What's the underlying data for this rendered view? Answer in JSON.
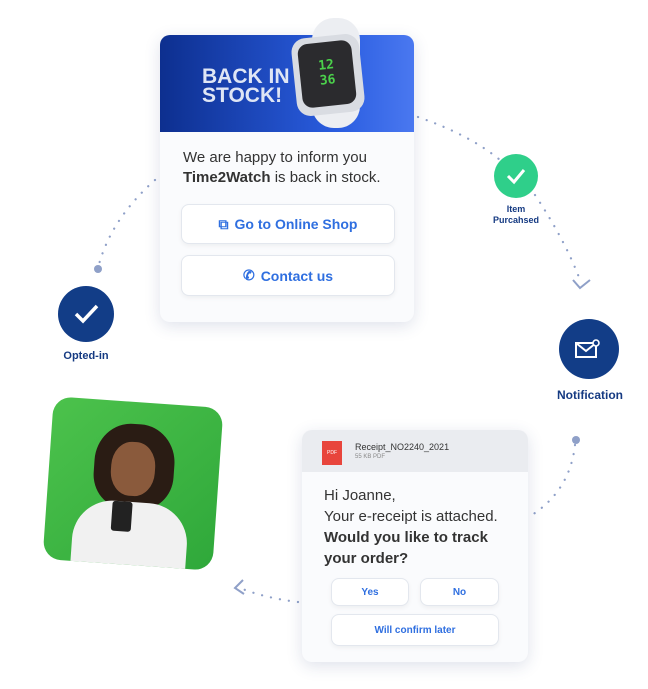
{
  "card_stock": {
    "banner": "BACK IN STOCK!",
    "watch_time_hour": "12",
    "watch_time_min": "36",
    "message_line1": "We are happy to inform you",
    "brand": "Time2Watch",
    "message_rest": " is back in stock.",
    "btn_shop": "Go to Online Shop",
    "btn_contact": "Contact us"
  },
  "steps": {
    "opted_in": "Opted-in",
    "item_line1": "Item",
    "item_line2": "Purcahsed",
    "notification": "Notification"
  },
  "card_receipt": {
    "file_name": "Receipt_NO2240_2021",
    "file_meta": "55 KB PDF",
    "pdf_label": "PDF",
    "greeting": "Hi Joanne,",
    "line2": "Your e-receipt is attached.",
    "question": "Would you like to track your order?",
    "btn_yes": "Yes",
    "btn_no": "No",
    "btn_later": "Will confirm later"
  },
  "colors": {
    "navy": "#153a82",
    "green": "#2fcf8a",
    "link": "#2f6fe0"
  }
}
